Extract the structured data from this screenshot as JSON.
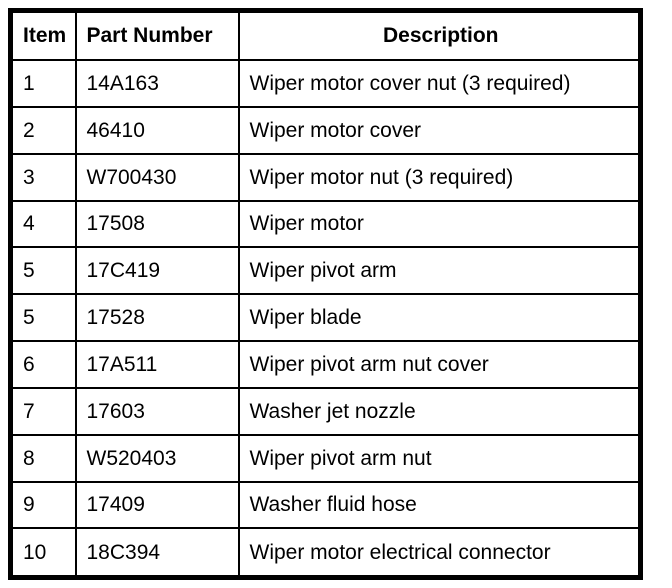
{
  "table": {
    "headers": {
      "item": "Item",
      "part_number": "Part Number",
      "description": "Description"
    },
    "rows": [
      {
        "item": "1",
        "part_number": "14A163",
        "description": "Wiper motor cover nut (3 required)"
      },
      {
        "item": "2",
        "part_number": "46410",
        "description": "Wiper motor cover"
      },
      {
        "item": "3",
        "part_number": "W700430",
        "description": "Wiper motor nut (3 required)"
      },
      {
        "item": "4",
        "part_number": "17508",
        "description": "Wiper motor"
      },
      {
        "item": "5",
        "part_number": "17C419",
        "description": "Wiper pivot arm"
      },
      {
        "item": "5",
        "part_number": "17528",
        "description": "Wiper blade"
      },
      {
        "item": "6",
        "part_number": "17A511",
        "description": "Wiper pivot arm nut cover"
      },
      {
        "item": "7",
        "part_number": "17603",
        "description": "Washer jet nozzle"
      },
      {
        "item": "8",
        "part_number": "W520403",
        "description": "Wiper pivot arm nut"
      },
      {
        "item": "9",
        "part_number": "17409",
        "description": "Washer fluid hose"
      },
      {
        "item": "10",
        "part_number": "18C394",
        "description": "Wiper motor electrical connector"
      }
    ],
    "colors": {
      "border": "#000000",
      "background": "#ffffff",
      "text": "#000000"
    }
  }
}
